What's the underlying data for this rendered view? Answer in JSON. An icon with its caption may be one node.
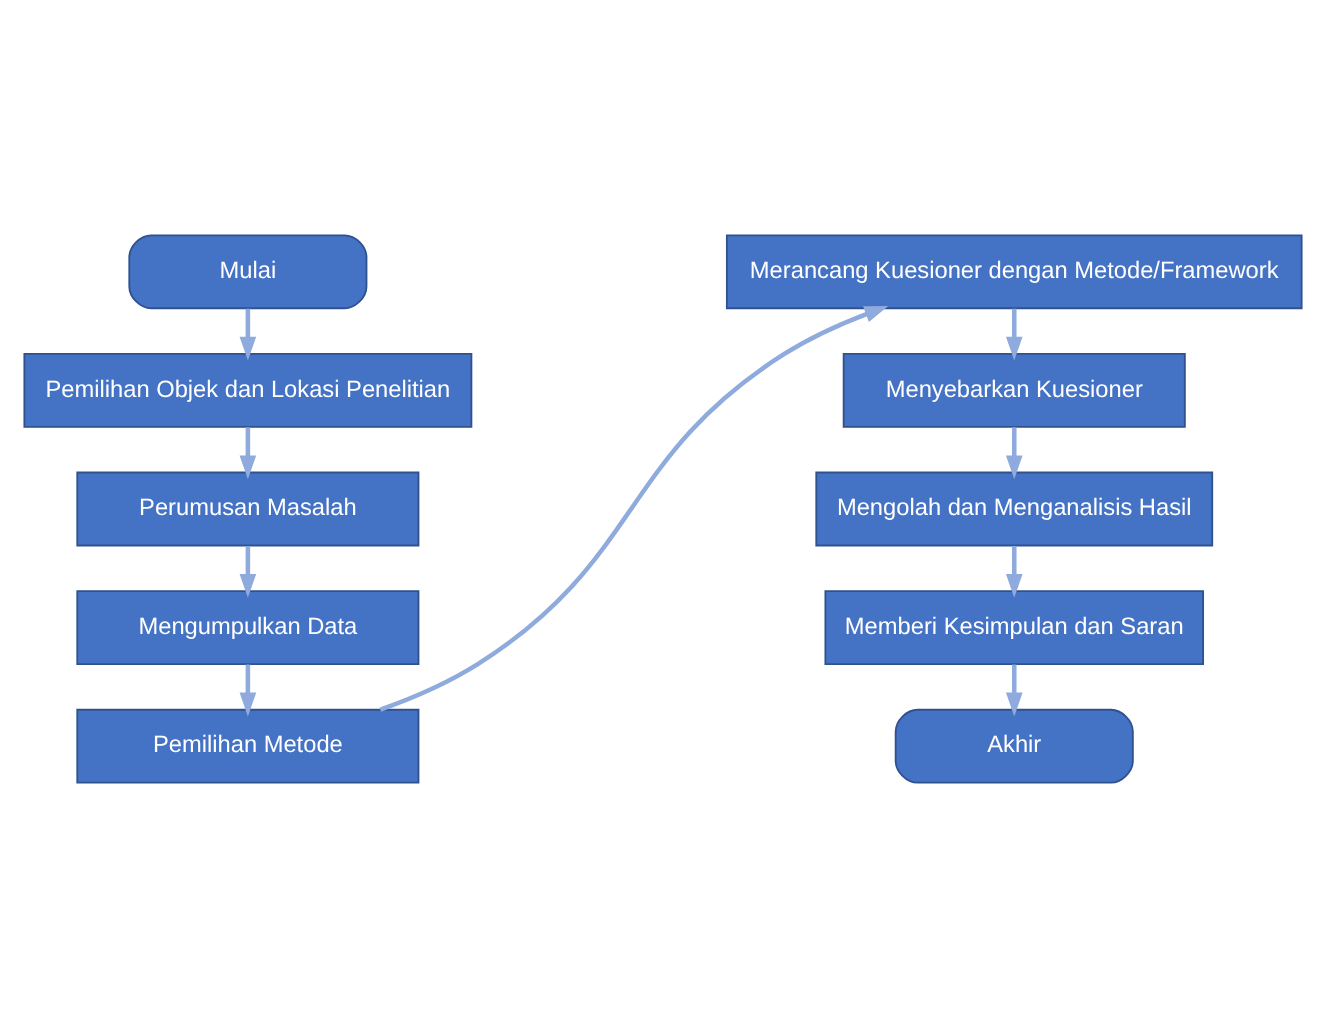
{
  "diagram": {
    "nodes": [
      {
        "text": [
          "Mulai"
        ]
      },
      {
        "text": [
          "Pemilihan Objek dan Lokasi Penelitian"
        ]
      },
      {
        "text": [
          "Perumusan Masalah"
        ]
      },
      {
        "text": [
          "Mengumpulkan Data"
        ]
      },
      {
        "text": [
          "Pemilihan Metode"
        ]
      },
      {
        "text": [
          "Merancang Kuesioner dengan Metode/Framework"
        ]
      },
      {
        "text": [
          "Menyebarkan Kuesioner"
        ]
      },
      {
        "text": [
          "Mengolah dan Menganalisis Hasil"
        ]
      },
      {
        "text": [
          "Memberi Kesimpulan dan Saran"
        ]
      },
      {
        "text": [
          "Akhir"
        ]
      }
    ],
    "edges": [
      {
        "from": 0,
        "to": 1,
        "arrow": "to"
      },
      {
        "from": 1,
        "to": 2,
        "arrow": "to"
      },
      {
        "from": 2,
        "to": 3,
        "arrow": "to"
      },
      {
        "from": 3,
        "to": 4,
        "arrow": "to"
      },
      {
        "from": 4,
        "to": 5,
        "arrow": "to"
      },
      {
        "from": 5,
        "to": 6,
        "arrow": "to"
      },
      {
        "from": 6,
        "to": 7,
        "arrow": "to"
      },
      {
        "from": 7,
        "to": 8,
        "arrow": "to"
      },
      {
        "from": 8,
        "to": 9,
        "arrow": "to"
      }
    ]
  }
}
